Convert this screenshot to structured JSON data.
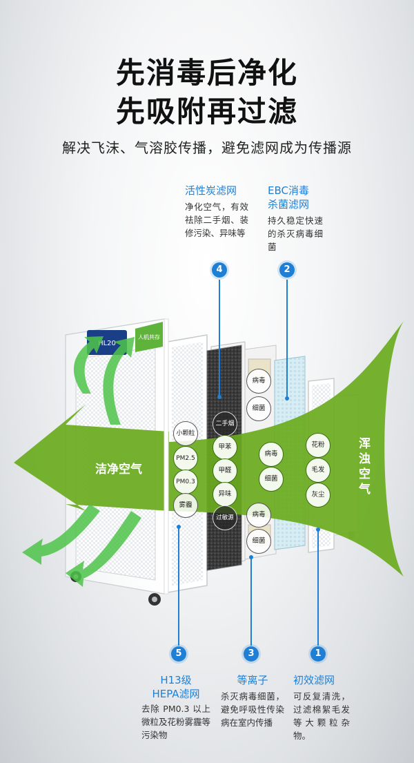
{
  "headline": {
    "line1": "先消毒后净化",
    "line2": "先吸附再过滤"
  },
  "subline": "解决飞沫、气溶胶传播，避免滤网成为传播源",
  "features": {
    "f4": {
      "num": "4",
      "title": "活性炭滤网",
      "desc": "净化空气，有效祛除二手烟、装修污染、异味等"
    },
    "f2": {
      "num": "2",
      "title1": "EBC消毒",
      "title2": "杀菌滤网",
      "desc": "持久稳定快速的杀灭病毒细菌"
    },
    "f5": {
      "num": "5",
      "title1": "H13级",
      "title2": "HEPA滤网",
      "desc": "去除 PM0.3 以上微粒及花粉雾霾等污染物"
    },
    "f3": {
      "num": "3",
      "title": "等离子",
      "desc": "杀灭病毒细菌，避免呼吸性传染病在室内传播"
    },
    "f1": {
      "num": "1",
      "title": "初效滤网",
      "desc": "可反复清洗，过滤棉絮毛发等大颗粒杂物。"
    }
  },
  "device": {
    "screen_reading": "HL20",
    "panel_badge": "人机共存"
  },
  "arrow": {
    "clean_label": "洁净空气",
    "dirty_label": "浑浊空气"
  },
  "pollutants": {
    "primary": [
      "花粉",
      "毛发",
      "灰尘"
    ],
    "ebc_top": [
      "病毒",
      "细菌"
    ],
    "ebc_mid": [
      "病毒",
      "细菌"
    ],
    "ebc_bottom": [
      "病毒",
      "细菌"
    ],
    "carbon": [
      "二手烟",
      "甲苯",
      "甲醛",
      "异味",
      "过敏源"
    ],
    "hepa": [
      "小颗粒",
      "PM2.5",
      "PM0.3",
      "雾霾"
    ]
  },
  "colors": {
    "accent": "#1e7fd4",
    "arrow_green": "#6aab1e",
    "dark_green": "#3d7a12"
  }
}
